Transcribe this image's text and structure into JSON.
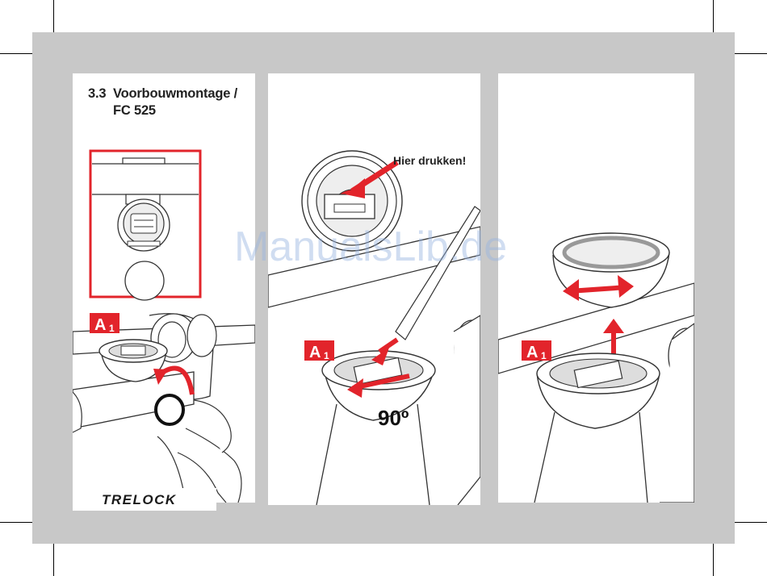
{
  "section": {
    "number": "3.3",
    "title_line1": "Voorbouwmontage /",
    "title_line2": "FC 525"
  },
  "panel1": {
    "badge": "A",
    "badge_sub": "1"
  },
  "panel2": {
    "badge": "A",
    "badge_sub": "1",
    "callout": "Hier drukken!",
    "angle": "90º"
  },
  "panel3": {
    "badge": "A",
    "badge_sub": "1"
  },
  "brand": "TRELOCK",
  "watermark": "ManualsLib.de",
  "colors": {
    "accent": "#e2242b",
    "frame": "#c8c8c8"
  }
}
